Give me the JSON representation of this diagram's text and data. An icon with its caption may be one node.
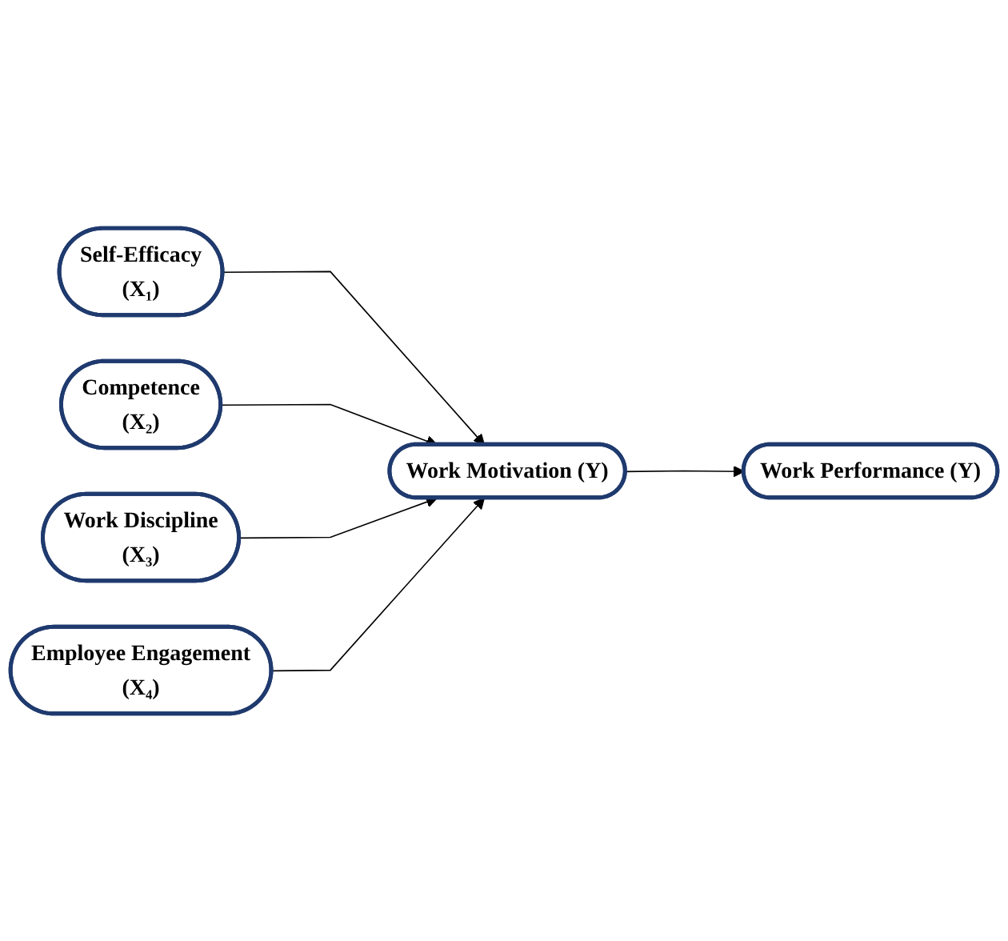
{
  "diagram": {
    "nodes": [
      {
        "text": [
          "Self-Efficacy",
          "(X₁)"
        ]
      },
      {
        "text": [
          "Competence",
          "(X₂)"
        ]
      },
      {
        "text": [
          "Work Discipline",
          "(X₃)"
        ]
      },
      {
        "text": [
          "Employee Engagement",
          "(X₄)"
        ]
      },
      {
        "text": [
          "Work Motivation (Y)"
        ]
      },
      {
        "text": [
          "Work Performance (Y)"
        ]
      }
    ],
    "edges": [
      {
        "from": 0,
        "to": 4,
        "arrow": "to"
      },
      {
        "from": 1,
        "to": 4,
        "arrow": "to"
      },
      {
        "from": 2,
        "to": 4,
        "arrow": "to"
      },
      {
        "from": 3,
        "to": 4,
        "arrow": "to"
      },
      {
        "from": 4,
        "to": 5,
        "arrow": "to"
      }
    ]
  }
}
